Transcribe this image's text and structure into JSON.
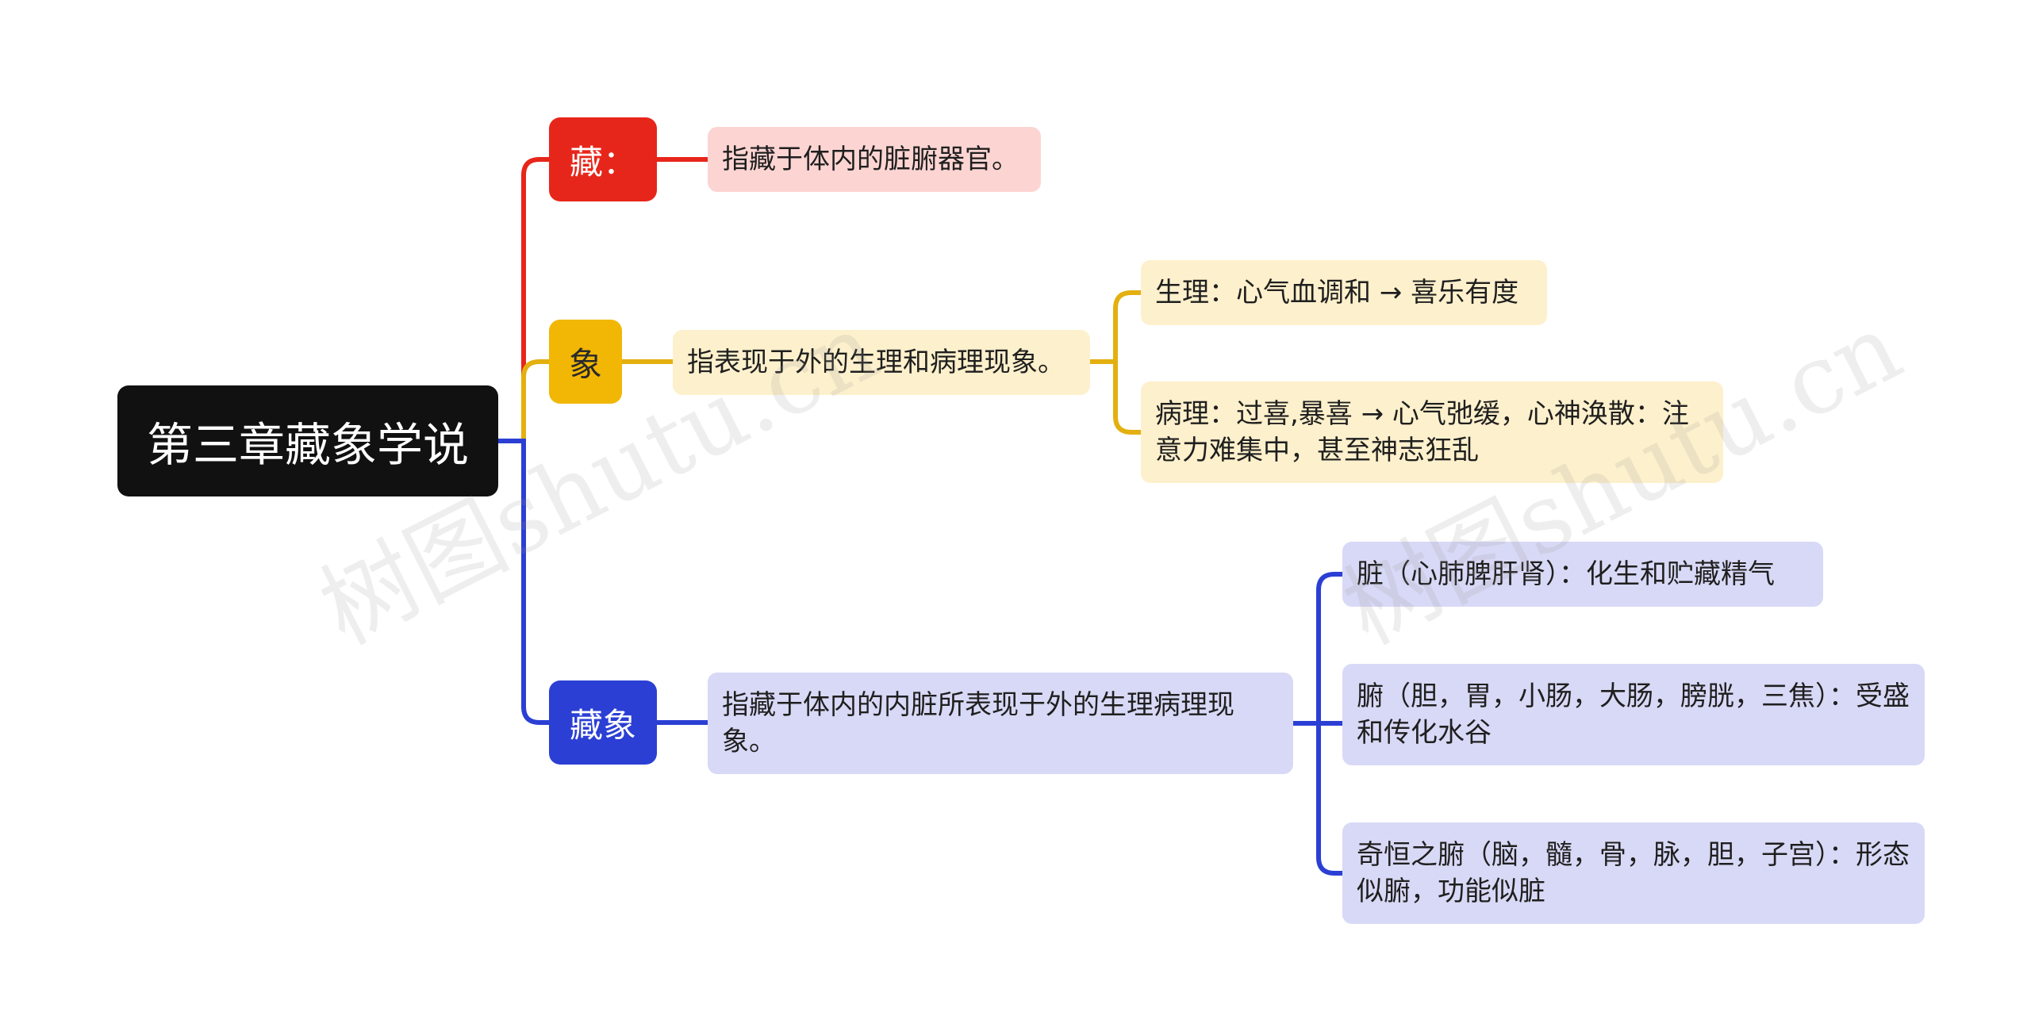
{
  "colors": {
    "zang": "#e7261b",
    "xiang": "#e3b010",
    "zangxiang": "#2b3fd4",
    "root": "#111111"
  },
  "root": {
    "label": "第三章藏象学说"
  },
  "branches": {
    "zang": {
      "label": "藏：",
      "definition": "指藏于体内的脏腑器官。"
    },
    "xiang": {
      "label": "象",
      "definition": "指表现于外的生理和病理现象。",
      "children": [
        "生理：心气血调和 → 喜乐有度",
        "病理：过喜,暴喜 → 心气弛缓，心神涣散：注意力难集中，甚至神志狂乱"
      ]
    },
    "zangxiang": {
      "label": "藏象",
      "definition": "指藏于体内的内脏所表现于外的生理病理现象。",
      "children": [
        "脏（心肺脾肝肾）：化生和贮藏精气",
        "腑（胆，胃，小肠，大肠，膀胱，三焦）：受盛和传化水谷",
        "奇恒之腑（脑，髓，骨，脉，胆，子宫）：形态似腑，功能似脏"
      ]
    }
  },
  "watermark": "树图shutu.cn"
}
